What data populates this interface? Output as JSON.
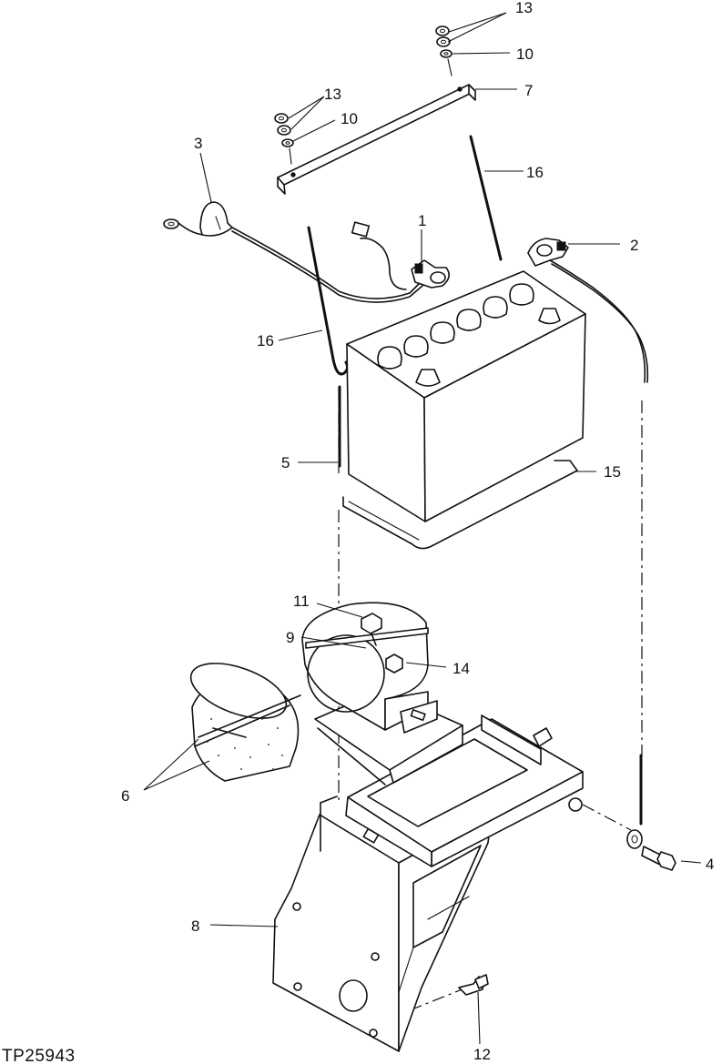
{
  "figure_id": "TP25943",
  "callouts": [
    {
      "id": "c1",
      "text": "1"
    },
    {
      "id": "c2",
      "text": "2"
    },
    {
      "id": "c3",
      "text": "3"
    },
    {
      "id": "c4",
      "text": "4"
    },
    {
      "id": "c5",
      "text": "5"
    },
    {
      "id": "c6",
      "text": "6"
    },
    {
      "id": "c7",
      "text": "7"
    },
    {
      "id": "c8",
      "text": "8"
    },
    {
      "id": "c9",
      "text": "9"
    },
    {
      "id": "c10a",
      "text": "10"
    },
    {
      "id": "c10b",
      "text": "10"
    },
    {
      "id": "c11",
      "text": "11"
    },
    {
      "id": "c12",
      "text": "12"
    },
    {
      "id": "c13a",
      "text": "13"
    },
    {
      "id": "c13b",
      "text": "13"
    },
    {
      "id": "c14",
      "text": "14"
    },
    {
      "id": "c15",
      "text": "15"
    },
    {
      "id": "c16a",
      "text": "16"
    },
    {
      "id": "c16b",
      "text": "16"
    }
  ]
}
